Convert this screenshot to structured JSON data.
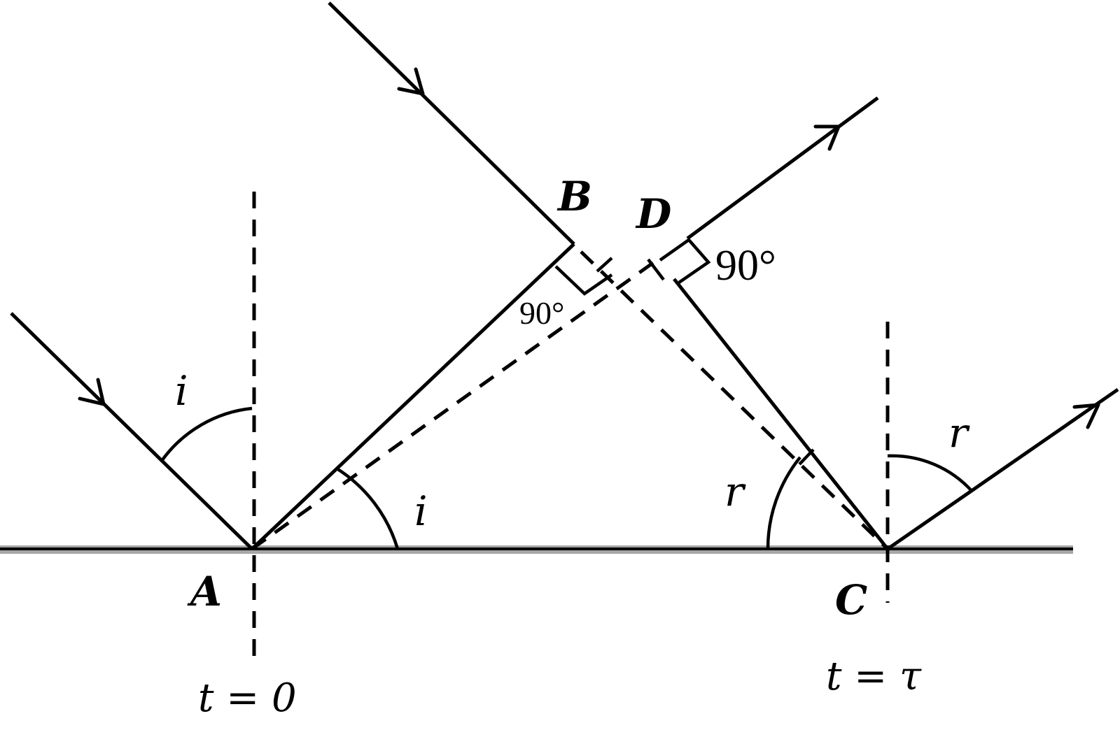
{
  "points": {
    "A": "A",
    "B": "B",
    "C": "C",
    "D": "D"
  },
  "angles": {
    "incidence": "i",
    "reflection": "r",
    "right_angle_small": "90°",
    "right_angle_large": "90°"
  },
  "times": {
    "start": "t = 0",
    "end": "t = τ"
  }
}
